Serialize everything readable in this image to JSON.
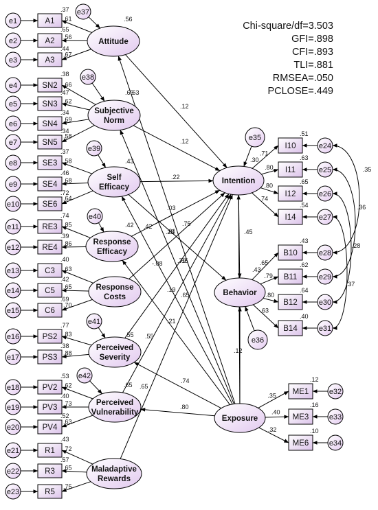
{
  "fit_indices": [
    "Chi-square/df=3.503",
    "GFI=.898",
    "CFI=.893",
    "TLI=.881",
    "RMSEA=.050",
    "PCLOSE=.449"
  ],
  "latents": [
    {
      "id": "attitude",
      "lines": [
        "Attitude"
      ],
      "err": "e37",
      "r2": ".56"
    },
    {
      "id": "subjective_norm",
      "lines": [
        "Subjective",
        "Norm"
      ],
      "err": "e38",
      "r2": ".63"
    },
    {
      "id": "self_efficacy",
      "lines": [
        "Self",
        "Efficacy"
      ],
      "err": "e39",
      "r2": ".43"
    },
    {
      "id": "response_efficacy",
      "lines": [
        "Response",
        "Efficacy"
      ],
      "err": "e40",
      "r2": ".42"
    },
    {
      "id": "response_costs",
      "lines": [
        "Response",
        "Costs"
      ],
      "err": "",
      "r2": ""
    },
    {
      "id": "perceived_severity",
      "lines": [
        "Perceived",
        "Severity"
      ],
      "err": "e41",
      "r2": ".55"
    },
    {
      "id": "perceived_vulnerability",
      "lines": [
        "Perceived",
        "Vulnerability"
      ],
      "err": "e42",
      "r2": ".65"
    },
    {
      "id": "maladaptive_rewards",
      "lines": [
        "Maladaptive",
        "Rewards"
      ],
      "err": "",
      "r2": ""
    },
    {
      "id": "intention",
      "lines": [
        "Intention"
      ],
      "err": "e35",
      "r2": ".30"
    },
    {
      "id": "behavior",
      "lines": [
        "Behavior"
      ],
      "err": "e36",
      "r2": ".43"
    },
    {
      "id": "exposure",
      "lines": [
        "Exposure"
      ],
      "err": "",
      "r2": ""
    }
  ],
  "left_indicators": [
    {
      "name": "A1",
      "err": "e1",
      "latent": "attitude",
      "loading": ".61",
      "r2": ".37"
    },
    {
      "name": "A2",
      "err": "e2",
      "latent": "attitude",
      "loading": ".56",
      "r2": ".65"
    },
    {
      "name": "A3",
      "err": "e3",
      "latent": "attitude",
      "loading": ".67",
      "r2": ".44"
    },
    {
      "name": "SN2",
      "err": "e4",
      "latent": "subjective_norm",
      "loading": ".66",
      "r2": ".38"
    },
    {
      "name": "SN3",
      "err": "e5",
      "latent": "subjective_norm",
      "loading": ".62",
      "r2": ".47"
    },
    {
      "name": "SN4",
      "err": "e6",
      "latent": "subjective_norm",
      "loading": ".69",
      "r2": ".34"
    },
    {
      "name": "SN5",
      "err": "e7",
      "latent": "subjective_norm",
      "loading": ".58",
      "r2": ".34"
    },
    {
      "name": "SE3",
      "err": "e8",
      "latent": "self_efficacy",
      "loading": ".58",
      "r2": ".37"
    },
    {
      "name": "SE4",
      "err": "e9",
      "latent": "self_efficacy",
      "loading": ".68",
      "r2": ".46"
    },
    {
      "name": "SE6",
      "err": "e10",
      "latent": "self_efficacy",
      "loading": ".64",
      "r2": ".72"
    },
    {
      "name": "RE3",
      "err": "e11",
      "latent": "response_efficacy",
      "loading": ".85",
      "r2": ".74"
    },
    {
      "name": "RE4",
      "err": "e12",
      "latent": "response_efficacy",
      "loading": ".86",
      "r2": ".39"
    },
    {
      "name": "C3",
      "err": "e13",
      "latent": "response_costs",
      "loading": ".63",
      "r2": ".40"
    },
    {
      "name": "C5",
      "err": "e14",
      "latent": "response_costs",
      "loading": ".65",
      "r2": ".42"
    },
    {
      "name": "C6",
      "err": "e15",
      "latent": "response_costs",
      "loading": ".70",
      "r2": ".69"
    },
    {
      "name": "PS2",
      "err": "e16",
      "latent": "perceived_severity",
      "loading": ".83",
      "r2": ".77"
    },
    {
      "name": "PS3",
      "err": "e17",
      "latent": "perceived_severity",
      "loading": ".88",
      "r2": ".38"
    },
    {
      "name": "PV2",
      "err": "e18",
      "latent": "perceived_vulnerability",
      "loading": ".62",
      "r2": ".53"
    },
    {
      "name": "PV3",
      "err": "e19",
      "latent": "perceived_vulnerability",
      "loading": ".73",
      "r2": ".40"
    },
    {
      "name": "PV4",
      "err": "e20",
      "latent": "perceived_vulnerability",
      "loading": ".63",
      "r2": ".52"
    },
    {
      "name": "R1",
      "err": "e21",
      "latent": "maladaptive_rewards",
      "loading": ".72",
      "r2": ".43"
    },
    {
      "name": "R3",
      "err": "e22",
      "latent": "maladaptive_rewards",
      "loading": ".65",
      "r2": ".57"
    },
    {
      "name": "R5",
      "err": "e23",
      "latent": "maladaptive_rewards",
      "loading": ".75",
      "r2": ""
    }
  ],
  "right_indicators": [
    {
      "name": "I10",
      "err": "e24",
      "latent": "intention",
      "loading": ".71",
      "r2": ".51"
    },
    {
      "name": "I11",
      "err": "e25",
      "latent": "intention",
      "loading": ".80",
      "r2": ".63"
    },
    {
      "name": "I12",
      "err": "e26",
      "latent": "intention",
      "loading": ".80",
      "r2": ".65"
    },
    {
      "name": "I14",
      "err": "e27",
      "latent": "intention",
      "loading": ".74",
      "r2": ".54"
    },
    {
      "name": "B10",
      "err": "e28",
      "latent": "behavior",
      "loading": ".65",
      "r2": ".43"
    },
    {
      "name": "B11",
      "err": "e29",
      "latent": "behavior",
      "loading": ".79",
      "r2": ".62"
    },
    {
      "name": "B12",
      "err": "e30",
      "latent": "behavior",
      "loading": ".80",
      "r2": ".64"
    },
    {
      "name": "B14",
      "err": "e31",
      "latent": "behavior",
      "loading": ".63",
      "r2": ".40"
    },
    {
      "name": "ME1",
      "err": "e32",
      "latent": "exposure",
      "loading": ".35",
      "r2": ".12"
    },
    {
      "name": "ME3",
      "err": "e33",
      "latent": "exposure",
      "loading": ".40",
      "r2": ".16"
    },
    {
      "name": "ME6",
      "err": "e34",
      "latent": "exposure",
      "loading": ".32",
      "r2": ".10"
    }
  ],
  "paths": [
    {
      "from": "attitude",
      "to": "intention",
      "coef": ".12"
    },
    {
      "from": "subjective_norm",
      "to": "intention",
      "coef": ".12"
    },
    {
      "from": "self_efficacy",
      "to": "intention",
      "coef": ".22"
    },
    {
      "from": "response_efficacy",
      "to": "intention",
      "coef": ".42"
    },
    {
      "from": "response_costs",
      "to": "intention",
      "coef": "-.08"
    },
    {
      "from": "perceived_severity",
      "to": "intention",
      "coef": ".55"
    },
    {
      "from": "perceived_vulnerability",
      "to": "intention",
      "coef": ".65"
    },
    {
      "from": "maladaptive_rewards",
      "to": "intention",
      "coef": ".21"
    },
    {
      "from": "self_efficacy",
      "to": "behavior",
      "coef": ".23"
    },
    {
      "from": "intention",
      "to": "behavior",
      "coef": ".45"
    },
    {
      "from": "exposure",
      "to": "behavior",
      "coef": ".12"
    },
    {
      "from": "exposure",
      "to": "intention",
      "coef": ".65"
    },
    {
      "from": "exposure",
      "to": "attitude",
      "coef": ".63"
    },
    {
      "from": "exposure",
      "to": "subjective_norm",
      "coef": ".75"
    },
    {
      "from": "exposure",
      "to": "self_efficacy",
      "coef": ".79"
    },
    {
      "from": "exposure",
      "to": "response_efficacy",
      "coef": ".65"
    },
    {
      "from": "exposure",
      "to": "perceived_severity",
      "coef": ".74"
    },
    {
      "from": "exposure",
      "to": "perceived_vulnerability",
      "coef": ".80"
    }
  ],
  "extra_labels": [
    ".03",
    ".01",
    ".19"
  ],
  "error_covariances": [
    {
      "from": "e24",
      "to": "e28",
      "coef": ".35"
    },
    {
      "from": "e25",
      "to": "e29",
      "coef": ".36"
    },
    {
      "from": "e26",
      "to": "e30",
      "coef": ".28"
    },
    {
      "from": "e27",
      "to": "e31",
      "coef": ".37"
    }
  ]
}
